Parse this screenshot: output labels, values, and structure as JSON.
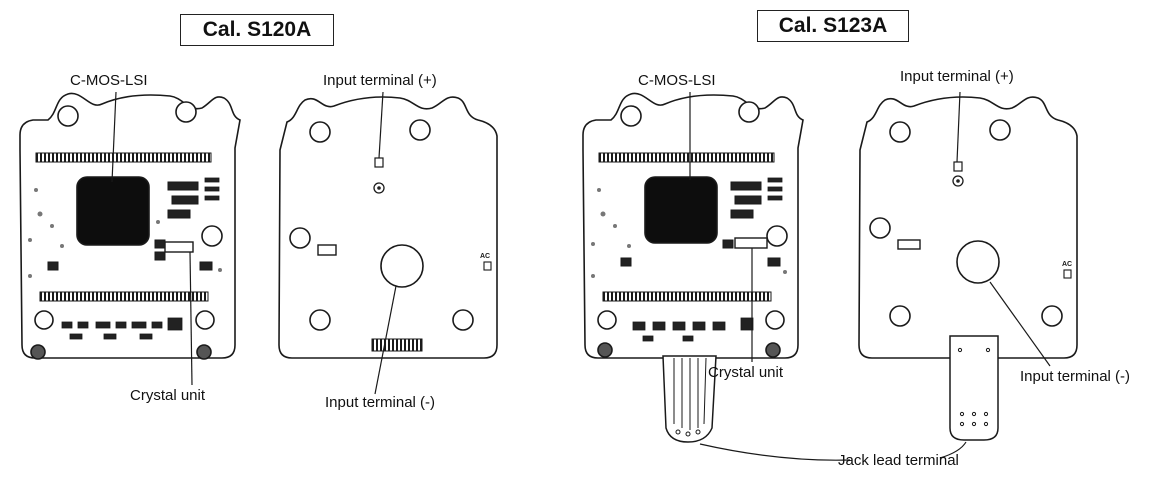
{
  "s120a": {
    "title": "Cal. S120A",
    "labels": {
      "lsi": "C-MOS-LSI",
      "input_plus": "Input terminal (+)",
      "crystal": "Crystal unit",
      "input_minus": "Input terminal (-)"
    },
    "marking": "AC"
  },
  "s123a": {
    "title": "Cal. S123A",
    "labels": {
      "lsi": "C-MOS-LSI",
      "input_plus": "Input terminal (+)",
      "crystal": "Crystal unit",
      "input_minus": "Input terminal (-)",
      "jack": "Jack lead terminal"
    },
    "marking": "AC"
  },
  "colors": {
    "ink": "#1a1a1a",
    "chip": "#0d0d0d",
    "board": "#ffffff"
  }
}
